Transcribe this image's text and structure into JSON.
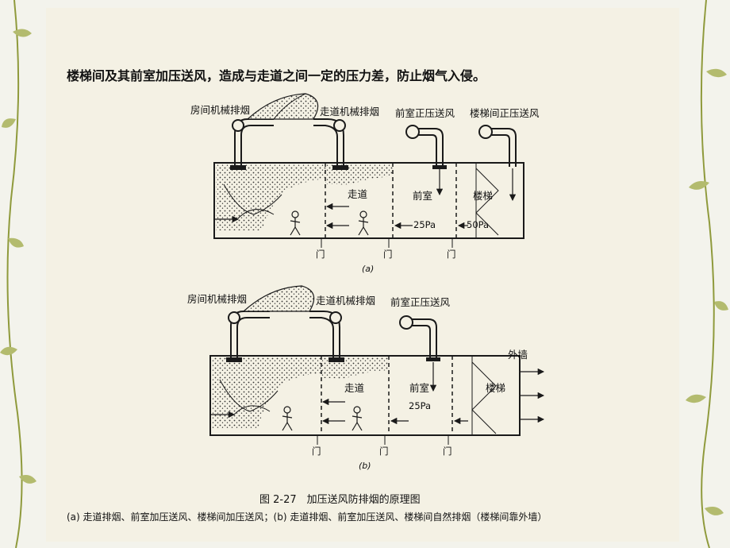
{
  "heading": "楼梯间及其前室加压送风，造成与走道之间一定的压力差，防止烟气入侵。",
  "diagram_a": {
    "room_exhaust": "房间机械排烟",
    "corridor_exhaust": "走道机械排烟",
    "anteroom_supply": "前室正压送风",
    "stair_supply": "楼梯间正压送风",
    "corridor": "走道",
    "anteroom": "前室",
    "stair": "楼梯",
    "p1": "25Pa",
    "p2": "50Pa",
    "door1": "门",
    "door2": "门",
    "door3": "门",
    "sublabel": "(a)"
  },
  "diagram_b": {
    "room_exhaust": "房间机械排烟",
    "corridor_exhaust": "走道机械排烟",
    "anteroom_supply": "前室正压送风",
    "outer_wall": "外墙",
    "corridor": "走道",
    "anteroom": "前室",
    "stair": "楼梯",
    "p1": "25Pa",
    "door1": "门",
    "door2": "门",
    "door3": "门",
    "sublabel": "(b)"
  },
  "figure_title": "图 2-27　加压送风防排烟的原理图",
  "caption": "(a) 走道排烟、前室加压送风、楼梯间加压送风；(b) 走道排烟、前室加压送风、楼梯间自然排烟（楼梯间靠外墙）",
  "colors": {
    "vine": "#8f9a3c",
    "paper": "#f4f1e4",
    "ink": "#1a1a1a"
  }
}
